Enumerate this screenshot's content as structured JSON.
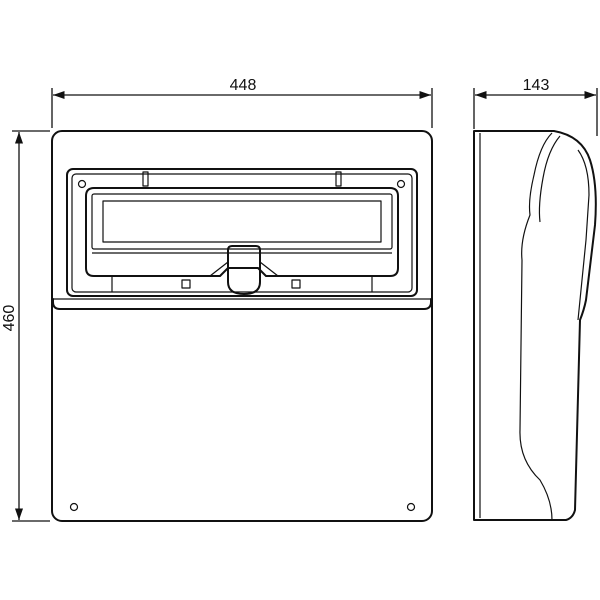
{
  "dimensions": {
    "width": "448",
    "height": "460",
    "depth": "143"
  }
}
